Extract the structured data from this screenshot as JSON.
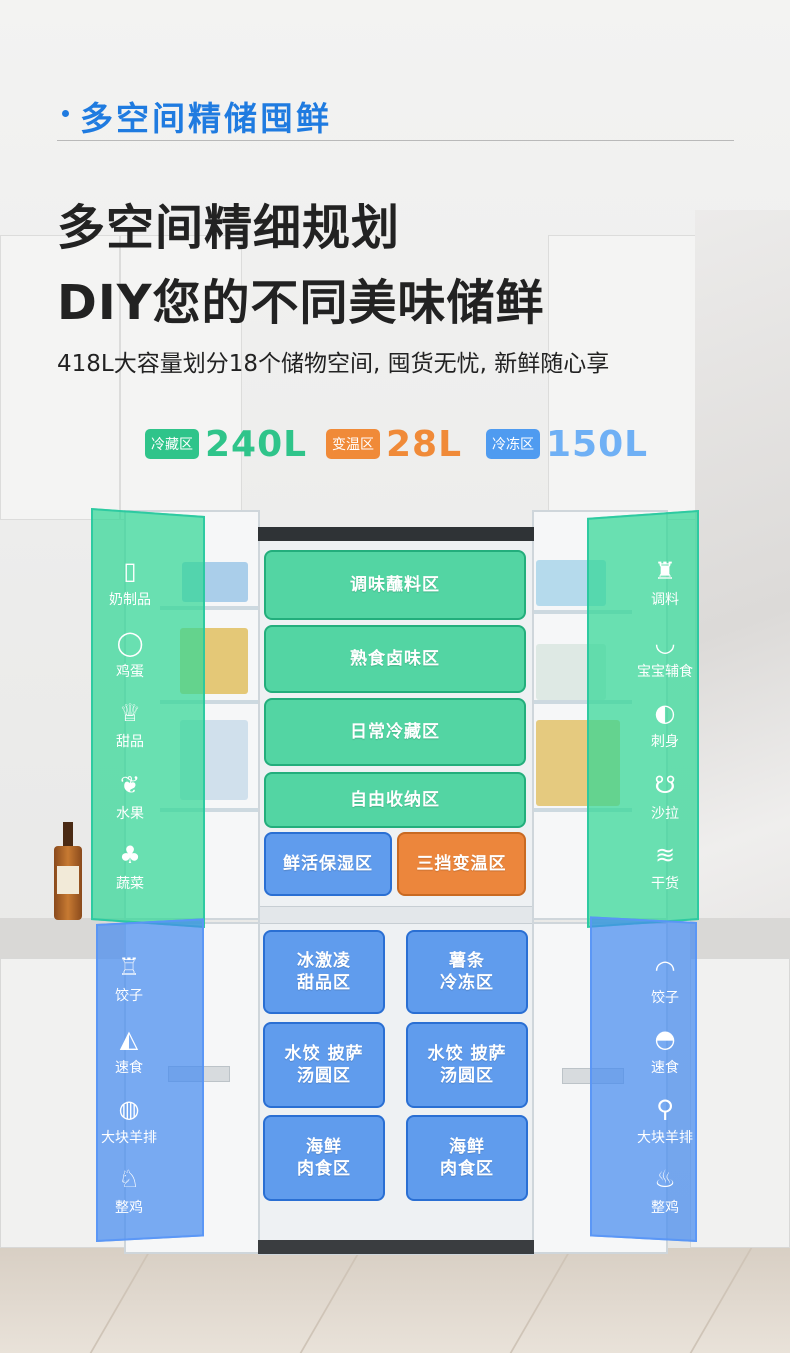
{
  "header": {
    "section_title": "多空间精储囤鲜",
    "headline_line1": "多空间精细规划",
    "headline_line2": "DIY您的不同美味储鲜",
    "subtitle": "418L大容量划分18个储物空间, 囤货无忧, 新鲜随心享"
  },
  "capacity": [
    {
      "tag": "冷藏区",
      "value": "240L",
      "color": "#2fc48a"
    },
    {
      "tag": "变温区",
      "value": "28L",
      "color": "#f08a38"
    },
    {
      "tag": "冷冻区",
      "value": "150L",
      "color": "#4f9bf0"
    }
  ],
  "left_fridge_door": [
    {
      "label": "奶制品",
      "icon": "milk-carton-icon"
    },
    {
      "label": "鸡蛋",
      "icon": "egg-icon"
    },
    {
      "label": "甜品",
      "icon": "cupcake-icon"
    },
    {
      "label": "水果",
      "icon": "fruit-icon"
    },
    {
      "label": "蔬菜",
      "icon": "broccoli-icon"
    }
  ],
  "right_fridge_door": [
    {
      "label": "调料",
      "icon": "seasoning-bottle-icon"
    },
    {
      "label": "宝宝辅食",
      "icon": "baby-bowl-icon"
    },
    {
      "label": "刺身",
      "icon": "sashimi-icon"
    },
    {
      "label": "沙拉",
      "icon": "salad-bowl-icon"
    },
    {
      "label": "干货",
      "icon": "dried-goods-icon"
    }
  ],
  "left_freezer_door": [
    {
      "label": "饺子",
      "icon": "ice-cream-icon"
    },
    {
      "label": "速食",
      "icon": "pizza-icon"
    },
    {
      "label": "大块羊排",
      "icon": "steak-icon"
    },
    {
      "label": "整鸡",
      "icon": "chicken-icon"
    }
  ],
  "right_freezer_door": [
    {
      "label": "饺子",
      "icon": "dumpling-icon"
    },
    {
      "label": "速食",
      "icon": "bun-icon"
    },
    {
      "label": "大块羊排",
      "icon": "drumstick-icon"
    },
    {
      "label": "整鸡",
      "icon": "roast-chicken-icon"
    }
  ],
  "fridge_zones": [
    "调味蘸料区",
    "熟食卤味区",
    "日常冷藏区",
    "自由收纳区"
  ],
  "drawers": [
    "鲜活保湿区",
    "三挡变温区"
  ],
  "freezer_left": [
    [
      "冰激凌",
      "甜品区"
    ],
    [
      "水饺 披萨",
      "汤圆区"
    ],
    [
      "海鲜",
      "肉食区"
    ]
  ],
  "freezer_right": [
    [
      "薯条",
      "冷冻区"
    ],
    [
      "水饺 披萨",
      "汤圆区"
    ],
    [
      "海鲜",
      "肉食区"
    ]
  ]
}
